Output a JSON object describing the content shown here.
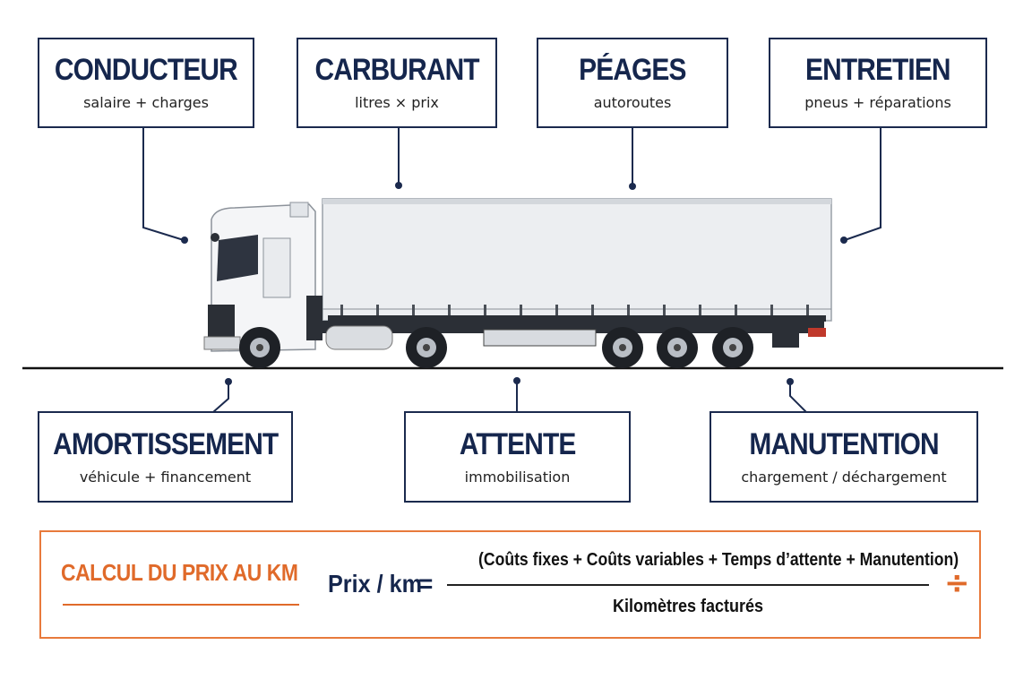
{
  "top_boxes": [
    {
      "title": "CONDUCTEUR",
      "sub": "salaire + charges"
    },
    {
      "title": "CARBURANT",
      "sub": "litres × prix"
    },
    {
      "title": "PÉAGES",
      "sub": "autoroutes"
    },
    {
      "title": "ENTRETIEN",
      "sub": "pneus + réparations"
    }
  ],
  "bottom_boxes": [
    {
      "title": "AMORTISSEMENT",
      "sub": "véhicule + financement"
    },
    {
      "title": "ATTENTE",
      "sub": "immobilisation"
    },
    {
      "title": "MANUTENTION",
      "sub": "chargement / déchargement"
    }
  ],
  "formula": {
    "title": "CALCUL DU PRIX AU KM",
    "lhs": "Prix / km",
    "equals": "=",
    "numerator": "(Coûts fixes + Coûts variables + Temps d’attente + Manutention)",
    "denominator": "Kilomètres facturés",
    "divide_symbol": "÷"
  },
  "colors": {
    "navy": "#15264d",
    "orange": "#e06a2a"
  },
  "icons": [
    "truck-illustration",
    "divide-icon"
  ]
}
